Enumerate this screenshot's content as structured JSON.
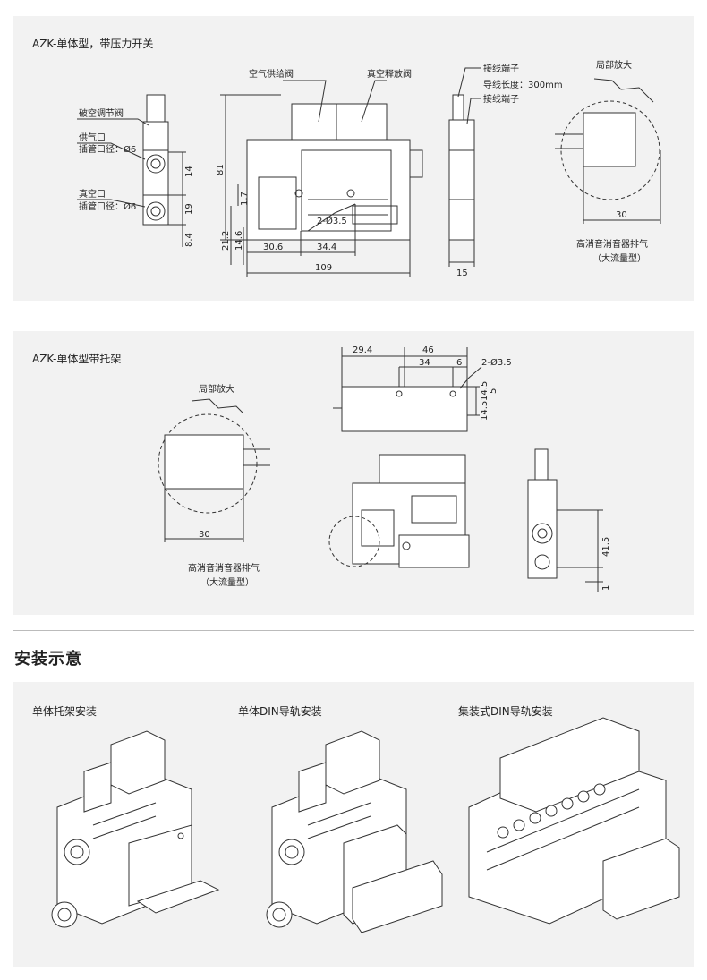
{
  "section1": {
    "title": "AZK-单体型，带压力开关",
    "labels": {
      "vacuum_supply_valve": "空气供给阀",
      "vacuum_release_valve": "真空释放阀",
      "break_valve": "破空调节阀",
      "supply_port": "供气口",
      "supply_tube": "插管口径：Ø6",
      "vacuum_port": "真空口",
      "vacuum_tube": "插管口径：Ø6",
      "terminal1": "接线端子",
      "wire_length": "导线长度：300mm",
      "terminal2": "接线端子",
      "zoom": "局部放大",
      "silencer": "高消音消音器排气",
      "silencer_sub": "（大流量型）",
      "hole": "2-Ø3.5"
    },
    "dims": {
      "d14": "14",
      "d19": "19",
      "d84": "8.4",
      "d81": "81",
      "d17": "1.7",
      "d212": "21.2",
      "d146": "14.6",
      "d306": "30.6",
      "d344": "34.4",
      "d109": "109",
      "d15": "15",
      "d30": "30"
    }
  },
  "section2": {
    "title": "AZK-单体型带托架",
    "labels": {
      "zoom": "局部放大",
      "silencer": "高消音消音器排气",
      "silencer_sub": "（大流量型）",
      "hole": "2-Ø3.5"
    },
    "dims": {
      "d294": "29.4",
      "d46": "46",
      "d34": "34",
      "d6": "6",
      "d145a": "14.5",
      "d5": "5",
      "d145b": "14.5",
      "d30": "30",
      "d415": "41.5",
      "d1": "1"
    }
  },
  "install": {
    "heading": "安装示意",
    "items": [
      {
        "label": "单体托架安装"
      },
      {
        "label": "单体DIN导轨安装"
      },
      {
        "label": "集装式DIN导轨安装"
      }
    ]
  }
}
